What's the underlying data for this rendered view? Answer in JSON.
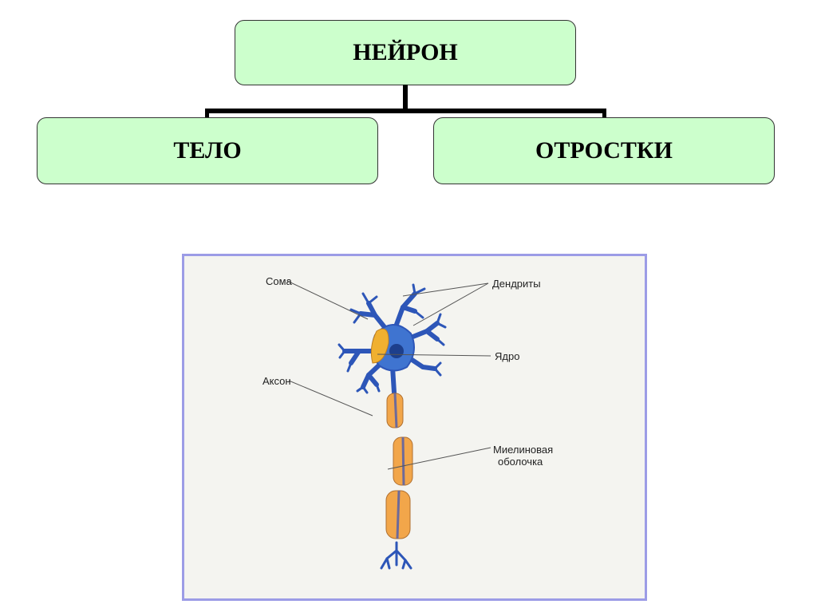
{
  "hierarchy": {
    "root": "НЕЙРОН",
    "children": [
      "ТЕЛО",
      "ОТРОСТКИ"
    ]
  },
  "figure": {
    "labels": {
      "soma": "Сома",
      "dendrites": "Дендриты",
      "nucleus": "Ядро",
      "axon": "Аксон",
      "myelin_line1": "Миелиновая",
      "myelin_line2": "оболочка"
    },
    "colors": {
      "neuron": "#2d56b8",
      "myelin": "#f2a64a",
      "cytoplasm": "#f0b030",
      "border": "#9c9ce6"
    }
  }
}
